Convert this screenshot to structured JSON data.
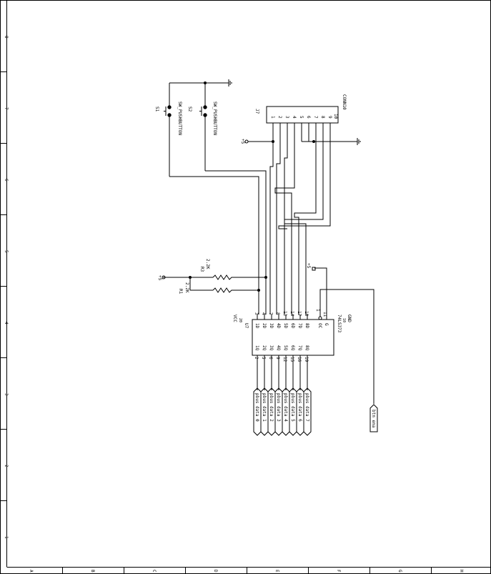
{
  "frame": {
    "left_zones": [
      "8",
      "7",
      "6",
      "5",
      "4",
      "3",
      "2",
      "1"
    ],
    "bottom_zones": [
      "A",
      "B",
      "C",
      "D",
      "E",
      "F",
      "G",
      "H"
    ]
  },
  "switches": [
    {
      "ref": "S1",
      "value": "SW_PUSHBUTTON"
    },
    {
      "ref": "S2",
      "value": "SW_PUSHBUTTON"
    }
  ],
  "connector": {
    "ref": "J7",
    "value": "CONN10",
    "pins": [
      "1",
      "2",
      "3",
      "4",
      "5",
      "6",
      "7",
      "8",
      "9",
      "10"
    ]
  },
  "resistors": [
    {
      "ref": "R3",
      "value": "2.2K"
    },
    {
      "ref": "R1",
      "value": "2.2K"
    }
  ],
  "power": {
    "vcc_left": "+5",
    "vcc_conn": "+5",
    "vcc_ic": "+5",
    "gnd_symbol": "GND"
  },
  "ic": {
    "ref": "U7",
    "value": "74LS373",
    "vcc_label": "VCC",
    "vcc_pin": "20",
    "gnd_label": "GND",
    "gnd_pin": "10",
    "oe_pin": "1",
    "c_pin": "11",
    "top_pins": [
      {
        "num": "3",
        "name": "1D"
      },
      {
        "num": "4",
        "name": "2D"
      },
      {
        "num": "7",
        "name": "3D"
      },
      {
        "num": "8",
        "name": "4D"
      },
      {
        "num": "13",
        "name": "5D"
      },
      {
        "num": "14",
        "name": "6D"
      },
      {
        "num": "17",
        "name": "7D"
      },
      {
        "num": "18",
        "name": "8D"
      }
    ],
    "bottom_pins": [
      {
        "num": "2",
        "name": "1Q"
      },
      {
        "num": "5",
        "name": "2Q"
      },
      {
        "num": "6",
        "name": "3Q"
      },
      {
        "num": "9",
        "name": "4Q"
      },
      {
        "num": "12",
        "name": "5Q"
      },
      {
        "num": "15",
        "name": "6Q"
      },
      {
        "num": "16",
        "name": "7Q"
      },
      {
        "num": "19",
        "name": "8Q"
      }
    ],
    "oe_name": "OC",
    "c_name": "G"
  },
  "bus_labels": [
    "pbus data 0",
    "pbus data 1",
    "pbus data 2",
    "pbus data 3",
    "pbus data 4",
    "pbus data 5",
    "pbus data 6",
    "pbus data 7"
  ],
  "enable_label": "btn ena"
}
